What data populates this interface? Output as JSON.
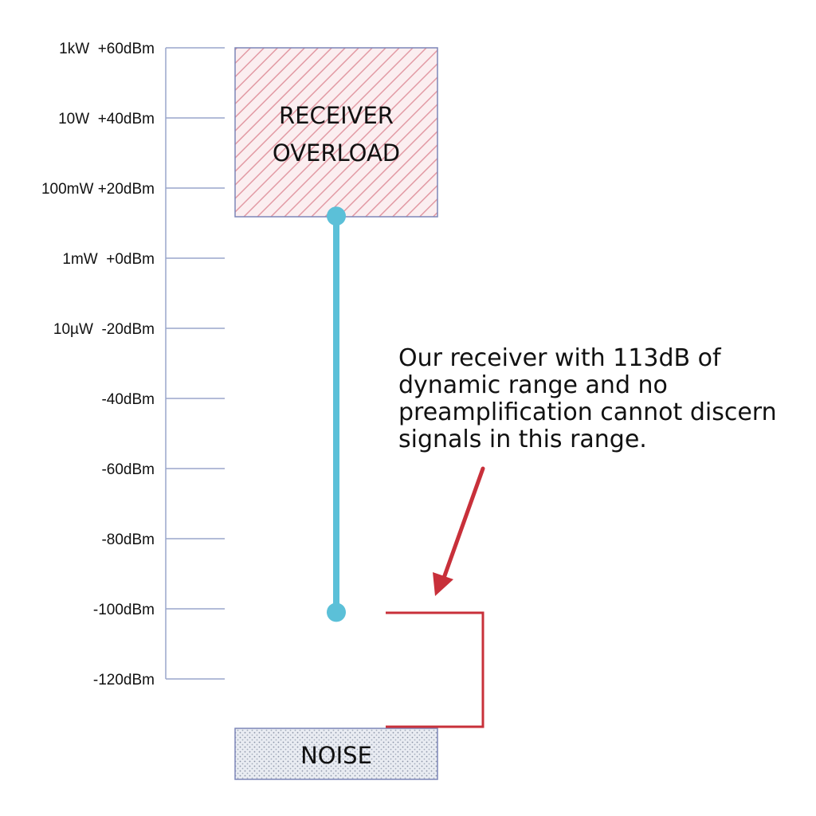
{
  "scale": {
    "ticks": [
      {
        "label": "1kW  +60dBm",
        "dbm": 60
      },
      {
        "label": "10W  +40dBm",
        "dbm": 40
      },
      {
        "label": "100mW +20dBm",
        "dbm": 20
      },
      {
        "label": "1mW  +0dBm",
        "dbm": 0
      },
      {
        "label": "10µW  -20dBm",
        "dbm": -20
      },
      {
        "label": "-40dBm",
        "dbm": -40
      },
      {
        "label": "-60dBm",
        "dbm": -60
      },
      {
        "label": "-80dBm",
        "dbm": -80
      },
      {
        "label": "-100dBm",
        "dbm": -100
      },
      {
        "label": "-120dBm",
        "dbm": -120
      }
    ]
  },
  "overload_box": {
    "line1": "RECEIVER",
    "line2": "OVERLOAD",
    "color": "#e8a0a8"
  },
  "noise_box": {
    "label": "NOISE"
  },
  "dynamic_range": {
    "top_dbm": 12,
    "bottom_dbm": -101,
    "color": "#5bc0d8"
  },
  "annotation": {
    "lines": [
      "Our receiver with 113dB of",
      "dynamic range and no",
      "preamplification cannot discern",
      "signals in this range."
    ],
    "arrow_color": "#c8303a"
  }
}
